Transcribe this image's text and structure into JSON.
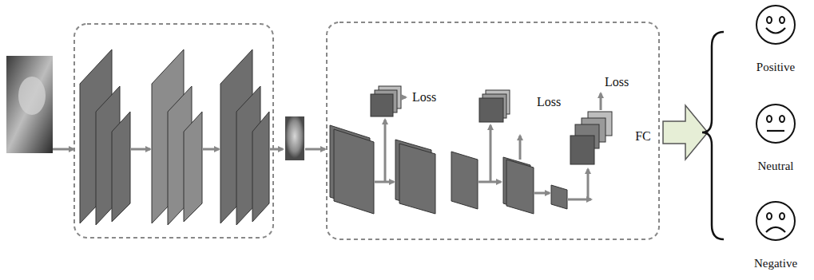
{
  "diagram": {
    "nodes": [
      {
        "text": [
          "Positive"
        ]
      },
      {
        "text": [
          "Neutral"
        ]
      },
      {
        "text": [
          "Negative"
        ]
      }
    ],
    "labels": [
      "Loss",
      "Loss",
      "Loss",
      "FC"
    ]
  }
}
